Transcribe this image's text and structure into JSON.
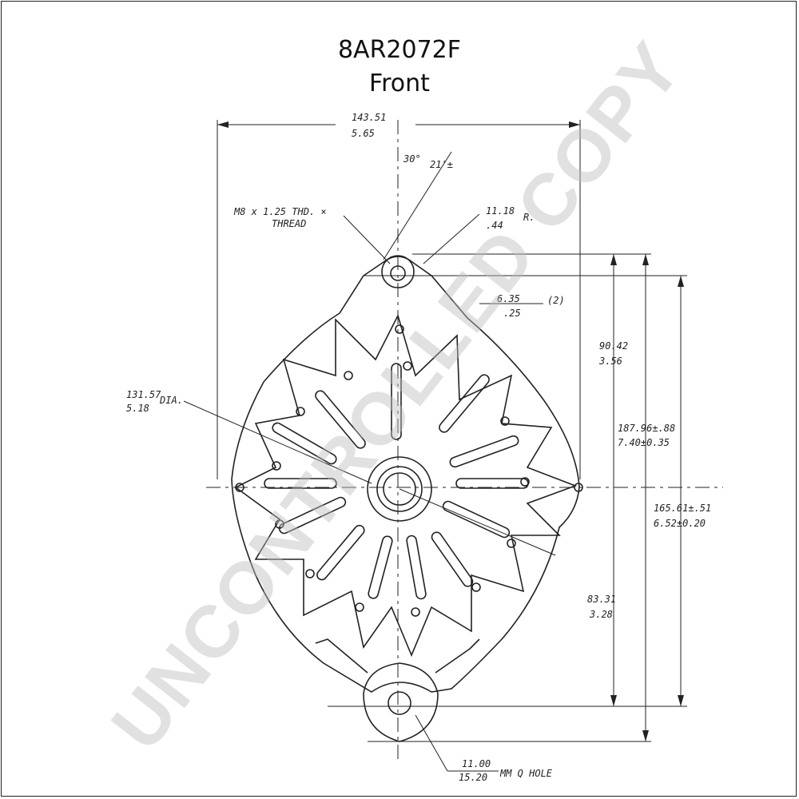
{
  "header": {
    "part_number": "8AR2072F",
    "view": "Front"
  },
  "watermark": "UNCONTROLLED COPY",
  "dimensions": {
    "overall_width_mm": "143.51",
    "overall_width_in": "5.65",
    "angle_a": "30°",
    "angle_b": "21'±",
    "thread_line1": "M8 x 1.25 THD. ×",
    "thread_line2": "THREAD",
    "radius_mm": "11.18",
    "radius_in": ".44",
    "radius_suffix": "R.",
    "hole_mm": "6.35",
    "hole_in": ".25",
    "hole_count": "(2)",
    "diameter_mm": "131.57",
    "diameter_suffix": "DIA.",
    "diameter_in": "5.18",
    "upper_height_mm": "90.42",
    "upper_height_in": "3.56",
    "mount_height_mm": "187.96±.88",
    "mount_height_in": "7.40±0.35",
    "center_height_mm": "165.61±.51",
    "center_height_in": "6.52±0.20",
    "lower_height_mm": "83.31",
    "lower_height_in": "3.28",
    "pivot_hole_mm": "11.00",
    "pivot_hole_in": "15.20",
    "pivot_hole_label": "MM Q HOLE"
  },
  "colors": {
    "line": "#222222",
    "watermark": "#bdbdbd"
  }
}
